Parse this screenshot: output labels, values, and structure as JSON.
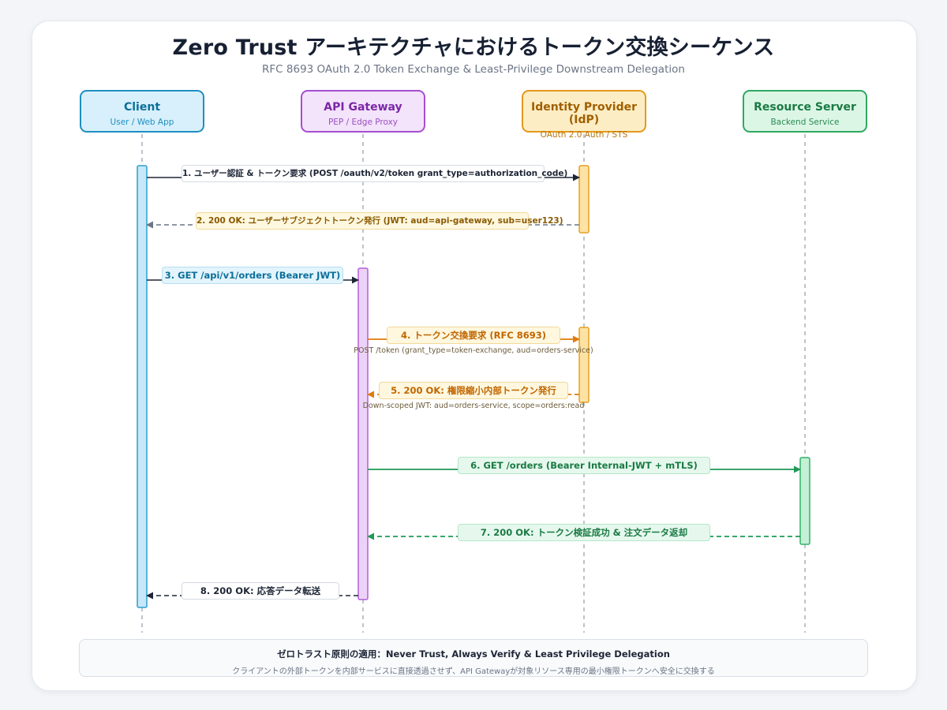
{
  "title": "Zero Trust アーキテクチャにおけるトークン交換シーケンス",
  "subtitle": "RFC 8693 OAuth 2.0 Token Exchange & Least-Privilege Downstream Delegation",
  "actors": [
    {
      "name": "Client",
      "sub": "User / Web App",
      "border": "#1e8fc0",
      "fill": "#d8f0fb",
      "text": "#0b6f9a",
      "subtext": "#1e8fc0"
    },
    {
      "name": "API Gateway",
      "sub": "PEP / Edge Proxy",
      "border": "#a64fd0",
      "fill": "#f3e3fb",
      "text": "#7a27a6",
      "subtext": "#9b50c0"
    },
    {
      "name": "Identity Provider (IdP)",
      "sub": "OAuth 2.0 Auth / STS",
      "border": "#e39a1c",
      "fill": "#fdedc4",
      "text": "#a05f00",
      "subtext": "#b4760c"
    },
    {
      "name": "Resource Server",
      "sub": "Backend Service",
      "border": "#2fa862",
      "fill": "#dcf6e6",
      "text": "#1a7a43",
      "subtext": "#2a8a52"
    }
  ],
  "messages": [
    {
      "text": "1. ユーザー認証 & トークン要求 (POST /oauth/v2/token grant_type=authorization_code)",
      "note": ""
    },
    {
      "text": "2. 200 OK: ユーザーサブジェクトトークン発行 (JWT: aud=api-gateway, sub=user123)",
      "note": ""
    },
    {
      "text": "3. GET /api/v1/orders (Bearer JWT)",
      "note": ""
    },
    {
      "text": "4. トークン交換要求 (RFC 8693)",
      "note": "POST /token (grant_type=token-exchange, aud=orders-service)"
    },
    {
      "text": "5. 200 OK: 権限縮小内部トークン発行",
      "note": "Down-scoped JWT: aud=orders-service, scope=orders:read"
    },
    {
      "text": "6. GET /orders (Bearer Internal-JWT + mTLS)",
      "note": ""
    },
    {
      "text": "7. 200 OK: トークン検証成功 & 注文データ返却",
      "note": ""
    },
    {
      "text": "8. 200 OK: 応答データ転送",
      "note": ""
    }
  ],
  "footer": {
    "headline": "ゼロトラスト原則の適用：Never Trust, Always Verify & Least Privilege Delegation",
    "detail": "クライアントの外部トークンを内部サービスに直接透過させず、API Gatewayが対象リソース専用の最小権限トークンへ安全に交換する"
  }
}
